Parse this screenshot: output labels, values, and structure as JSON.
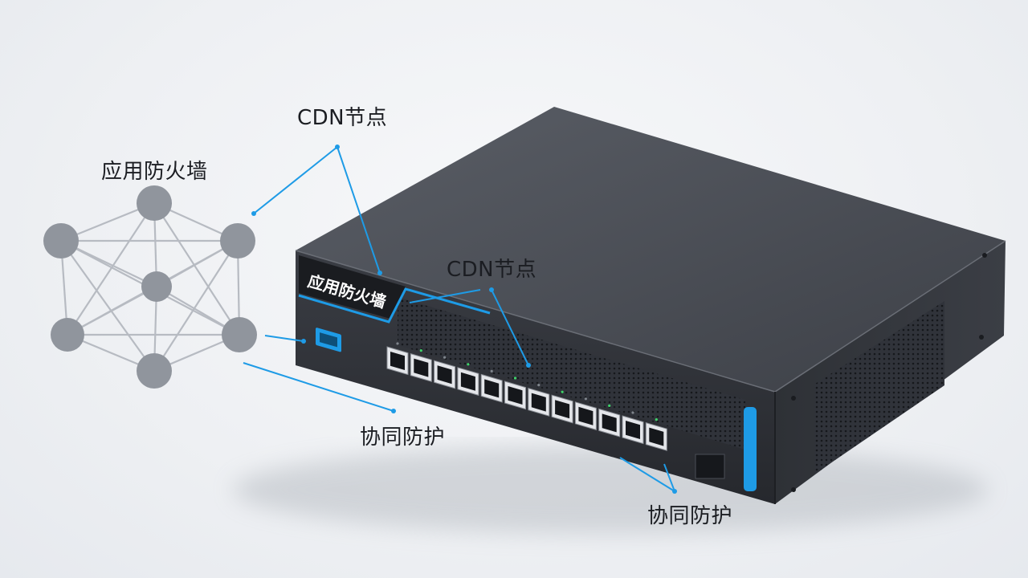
{
  "labels": {
    "firewall_top": "应用防火墙",
    "cdn_top": "CDN节点",
    "cdn_middle": "CDN节点",
    "collab_left": "协同防护",
    "collab_right": "协同防护"
  },
  "device": {
    "brand_text": "应用防火墙",
    "port_count": 12
  },
  "colors": {
    "accent": "#1e9be6",
    "node": "#8f949c",
    "edge": "#b4b8bf",
    "chassis_top": "#4a4e56",
    "chassis_front": "#2f3238"
  },
  "icons": [
    "network-graph-icon",
    "ethernet-port-icon",
    "usb-port-icon"
  ]
}
